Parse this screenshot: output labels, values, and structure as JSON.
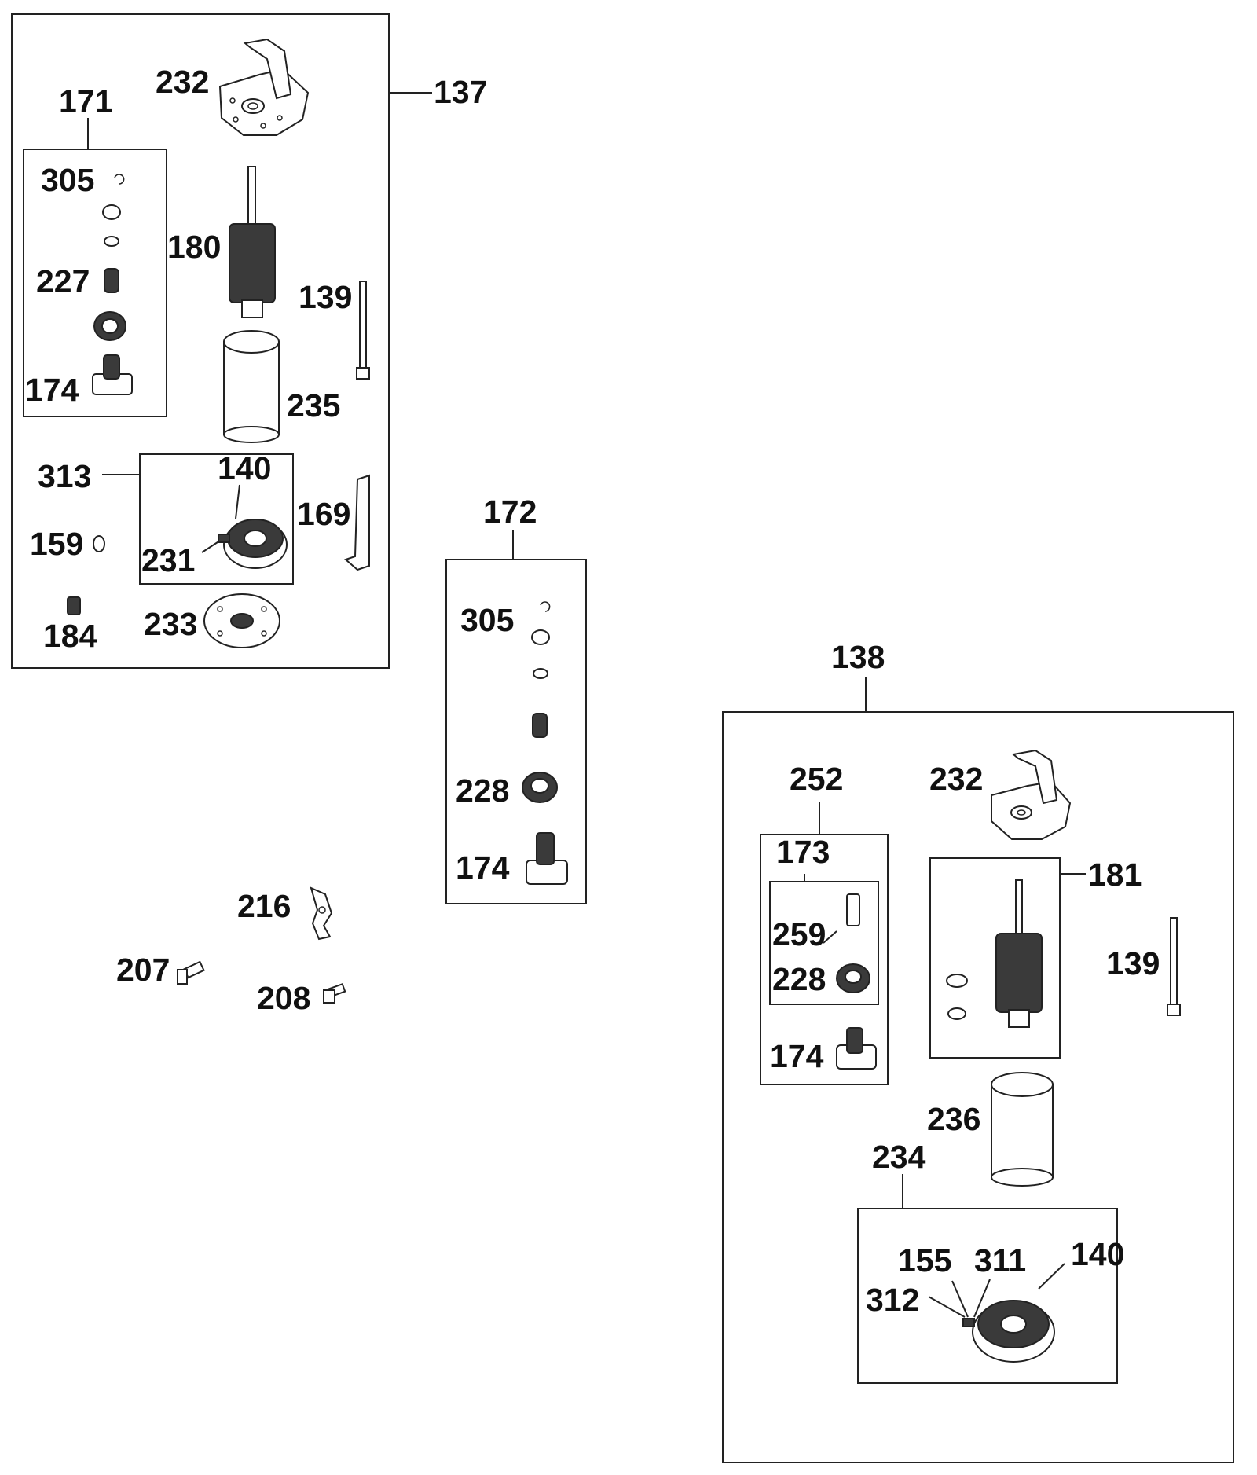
{
  "diagram": {
    "kind": "exploded parts diagram",
    "callouts": {
      "asm_137": "137",
      "asm_138": "138",
      "kit_171": "171",
      "kit_172": "172",
      "kit_252": "252",
      "kit_173": "173",
      "armature_181": "181",
      "brush_234": "234",
      "brush_313": "313",
      "p232a": "232",
      "p232b": "232",
      "p305a": "305",
      "p305b": "305",
      "p227": "227",
      "p174a": "174",
      "p174b": "174",
      "p174c": "174",
      "p180": "180",
      "p139a": "139",
      "p139b": "139",
      "p235": "235",
      "p236": "236",
      "p140a": "140",
      "p140b": "140",
      "p231": "231",
      "p169": "169",
      "p159": "159",
      "p184": "184",
      "p233": "233",
      "p228a": "228",
      "p228b": "228",
      "p259": "259",
      "p216": "216",
      "p207": "207",
      "p208": "208",
      "p155": "155",
      "p311": "311",
      "p312": "312"
    }
  }
}
